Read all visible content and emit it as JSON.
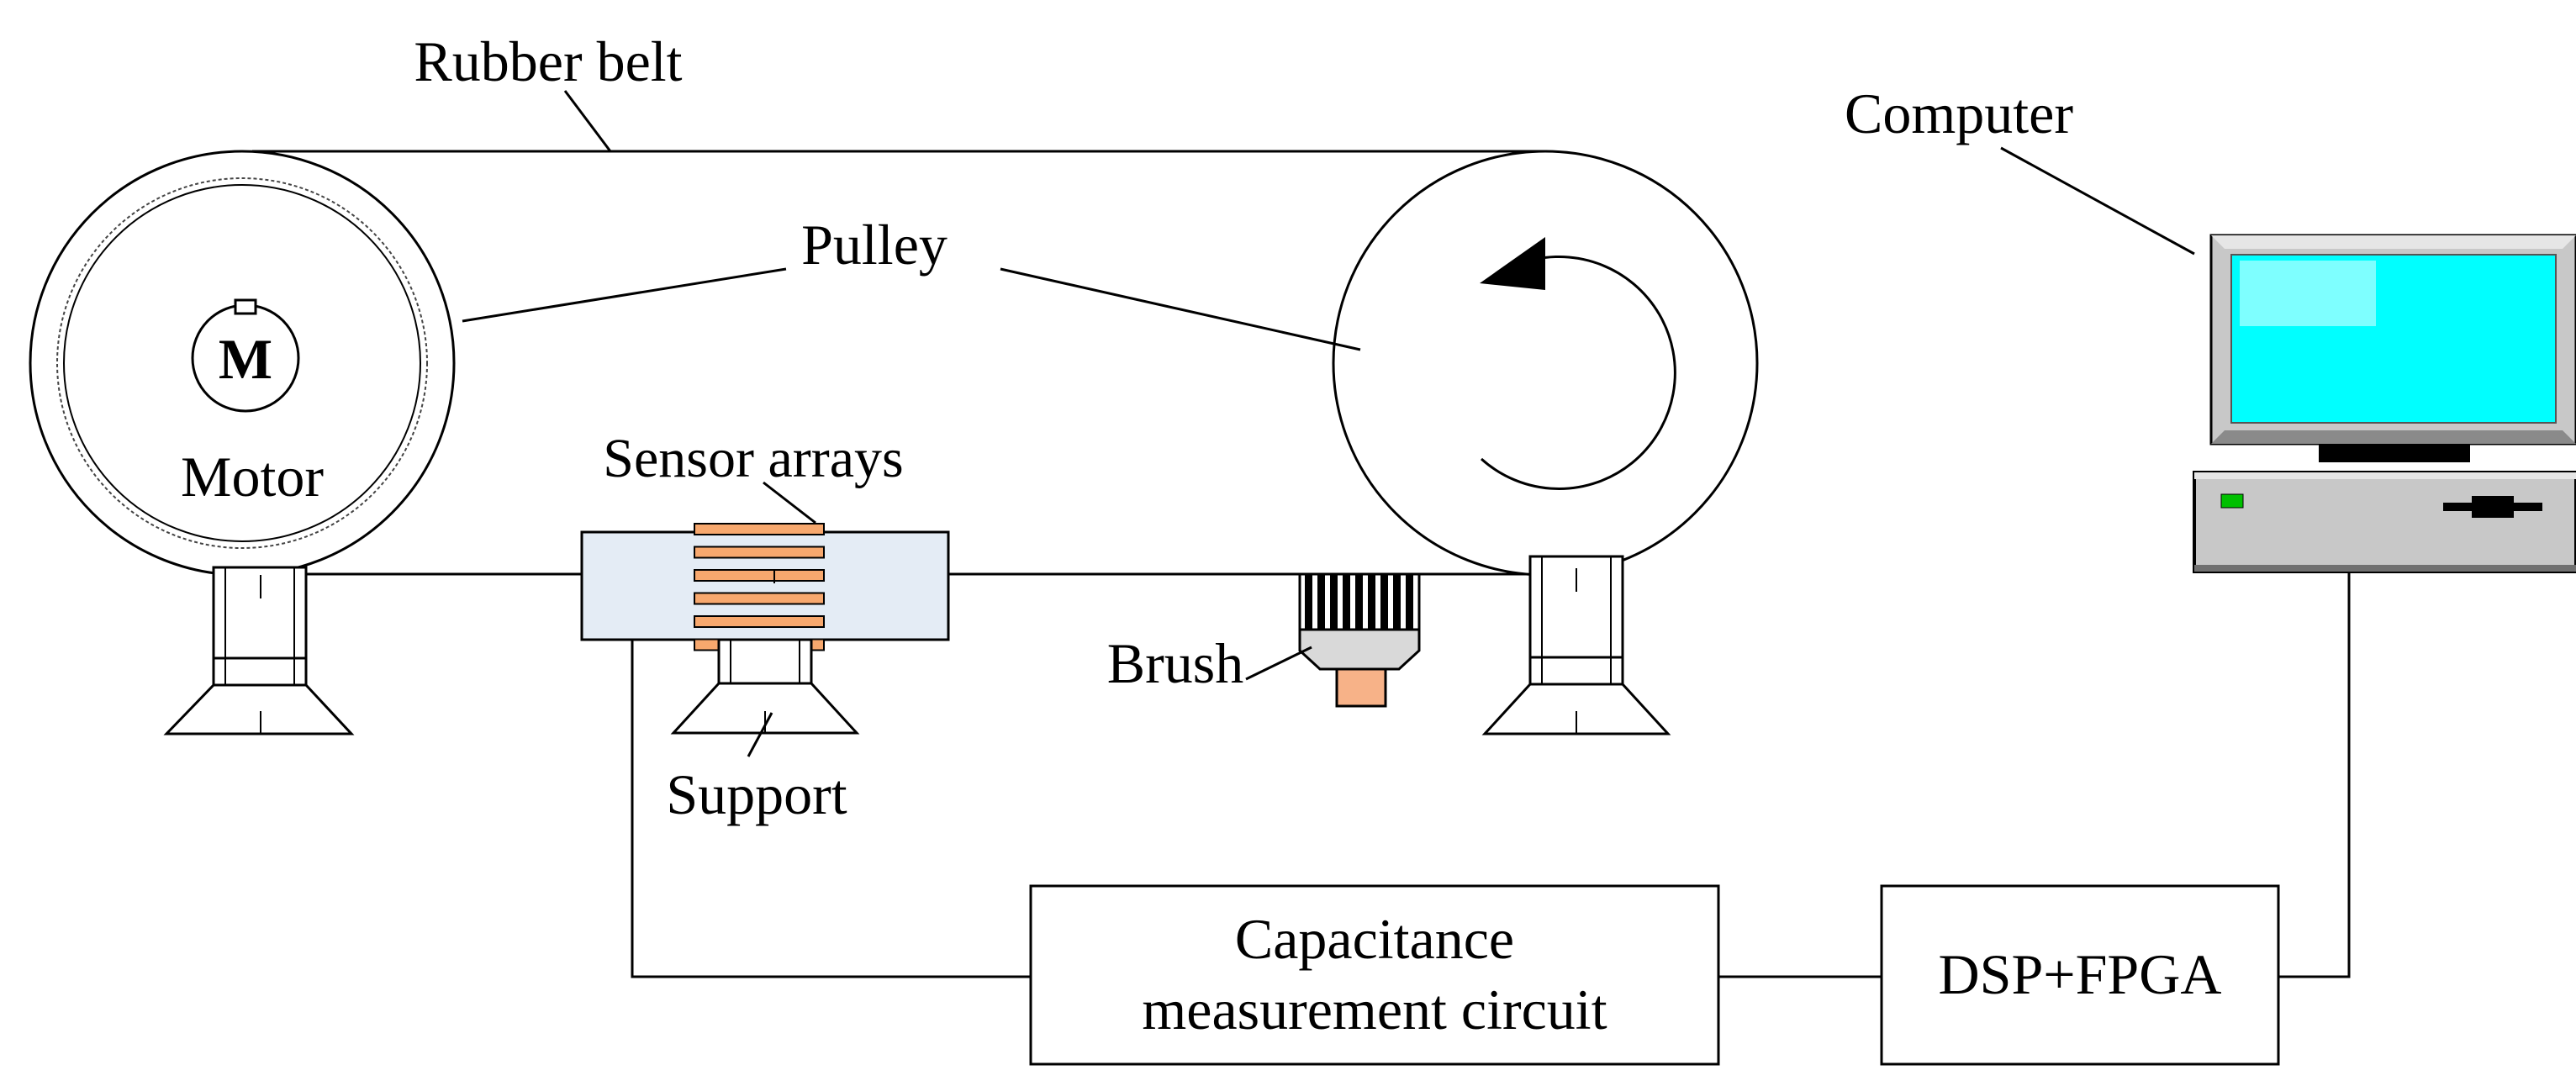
{
  "labels": {
    "rubber_belt": "Rubber belt",
    "computer": "Computer",
    "pulley": "Pulley",
    "motor_symbol": "M",
    "motor": "Motor",
    "sensor_arrays": "Sensor arrays",
    "brush": "Brush",
    "support": "Support",
    "capacitance_line1": "Capacitance",
    "capacitance_line2": "measurement circuit",
    "dsp_fpga": "DSP+FPGA"
  },
  "colors": {
    "sensor_box_fill": "#e4ecf5",
    "electrode_fill": "#f7a86e",
    "brush_holder_fill": "#d9d9d9",
    "brush_tip_fill": "#f7b288",
    "monitor_body": "#c8c8c8",
    "monitor_screen": "#00ffff",
    "monitor_base": "#000000",
    "cpu_body": "#c8c8c8",
    "cpu_led": "#00c000"
  },
  "icons": {
    "rotation": "rotation-arrow-icon",
    "computer": "desktop-computer-icon"
  }
}
